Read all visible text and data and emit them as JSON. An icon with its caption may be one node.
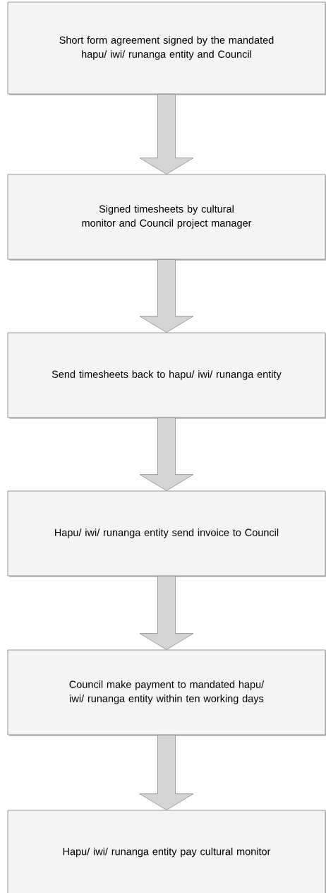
{
  "diagram": {
    "nodes": [
      {
        "text": [
          "Short form agreement signed by the mandated hapu/ iwi/ runanga entity and Council"
        ]
      },
      {
        "text": [
          "Signed timesheets by cultural monitor and Council project manager"
        ]
      },
      {
        "text": [
          "Send timesheets back to hapu/ iwi/ runanga entity"
        ]
      },
      {
        "text": [
          "Hapu/ iwi/ runanga entity send invoice to Council"
        ]
      },
      {
        "text": [
          "Council make payment to mandated hapu/ iwi/ runanga entity within ten working days"
        ]
      },
      {
        "text": [
          "Hapu/ iwi/ runanga entity pay cultural monitor"
        ]
      }
    ],
    "edges": [
      {
        "from": 0,
        "to": 1,
        "arrow": "to"
      },
      {
        "from": 1,
        "to": 2,
        "arrow": "to"
      },
      {
        "from": 2,
        "to": 3,
        "arrow": "to"
      },
      {
        "from": 3,
        "to": 4,
        "arrow": "to"
      },
      {
        "from": 4,
        "to": 5,
        "arrow": "to"
      }
    ]
  }
}
